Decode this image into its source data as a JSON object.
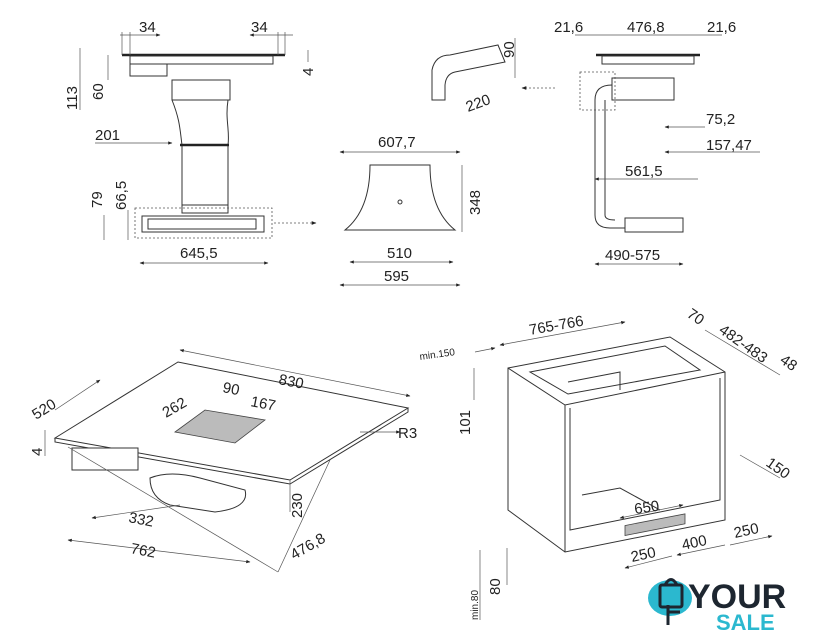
{
  "side_view": {
    "top_left_overhang": "34",
    "top_right_overhang": "34",
    "glass_thickness": "4",
    "total_depth": "113",
    "body_depth": "60",
    "duct_offset": "201",
    "base_height": "79",
    "base_inner_height": "66,5",
    "base_width": "645,5"
  },
  "filter_module": {
    "width": "607,7",
    "height": "348",
    "inner_base": "510",
    "outer_base": "595"
  },
  "duct_bend": {
    "height": "90",
    "length": "220"
  },
  "right_view": {
    "left_overhang": "21,6",
    "glass_width": "476,8",
    "right_overhang": "21,6",
    "offset_1": "75,2",
    "offset_2": "157,47",
    "reach": "561,5",
    "extension": "490-575"
  },
  "hob_iso": {
    "depth": "520",
    "width": "830",
    "vent_depth": "90",
    "vent_offset": "262",
    "vent_width": "167",
    "corner_radius": "R3",
    "thickness": "4",
    "unit_height": "230",
    "unit_offset": "332",
    "cutout_width": "762",
    "cutout_depth": "476,8"
  },
  "cabinet_iso": {
    "min_wall_gap": "min.150",
    "cutout_width": "765-766",
    "front_margin": "70",
    "cutout_depth": "482-483",
    "rear_margin": "48",
    "top_height": "101",
    "rear_gap": "150",
    "plinth_opening": "650",
    "plinth_left": "250",
    "plinth_mid": "400",
    "plinth_right": "250",
    "min_plinth": "min.80",
    "plinth_height": "80"
  },
  "logo": {
    "line1": "YOUR",
    "line2": "SALE",
    "icon": "shopping-bag-hand-icon",
    "colors": {
      "dark": "#1d2630",
      "accent": "#2bb8cf"
    }
  }
}
